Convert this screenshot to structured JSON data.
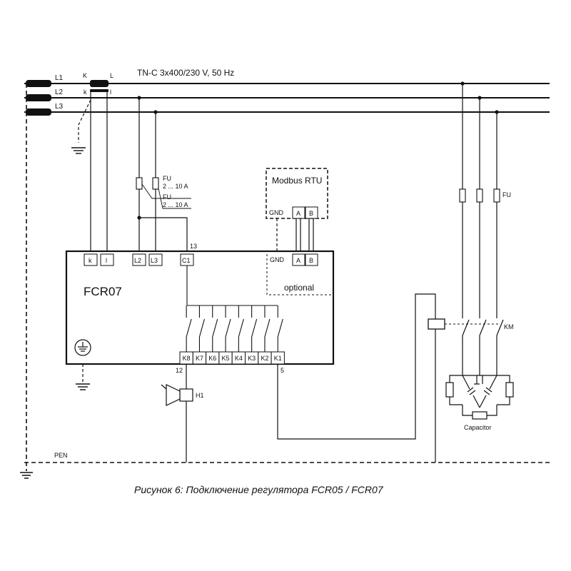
{
  "supply": {
    "title": "TN-C 3x400/230 V, 50 Hz",
    "lines": [
      "L1",
      "L2",
      "L3"
    ],
    "pen": "PEN",
    "ct_primary": [
      "K",
      "L"
    ],
    "ct_secondary": [
      "k",
      "l"
    ]
  },
  "fuses": {
    "controller_fuse_label": "FU",
    "controller_fuse_rating": "2 ... 10 A",
    "capacitor_fuse_label": "FU"
  },
  "modbus": {
    "title": "Modbus RTU",
    "pins": [
      "GND",
      "A",
      "B"
    ]
  },
  "controller": {
    "name": "FCR07",
    "input_terminals": [
      "k",
      "l",
      "L2",
      "L3",
      "C1"
    ],
    "comm_terminals": [
      "GND",
      "A",
      "B"
    ],
    "optional_label": "optional",
    "relay_terminals": [
      "K8",
      "K7",
      "K6",
      "K5",
      "K4",
      "K3",
      "K2",
      "K1"
    ],
    "node_numbers": {
      "c1": "13",
      "k8": "12",
      "k1": "5"
    }
  },
  "alarm": {
    "label": "H1"
  },
  "contactor": {
    "label": "KM"
  },
  "capacitor": {
    "label": "Capacitor"
  },
  "caption": "Рисунок 6: Подключение регулятора FCR05 / FCR07"
}
